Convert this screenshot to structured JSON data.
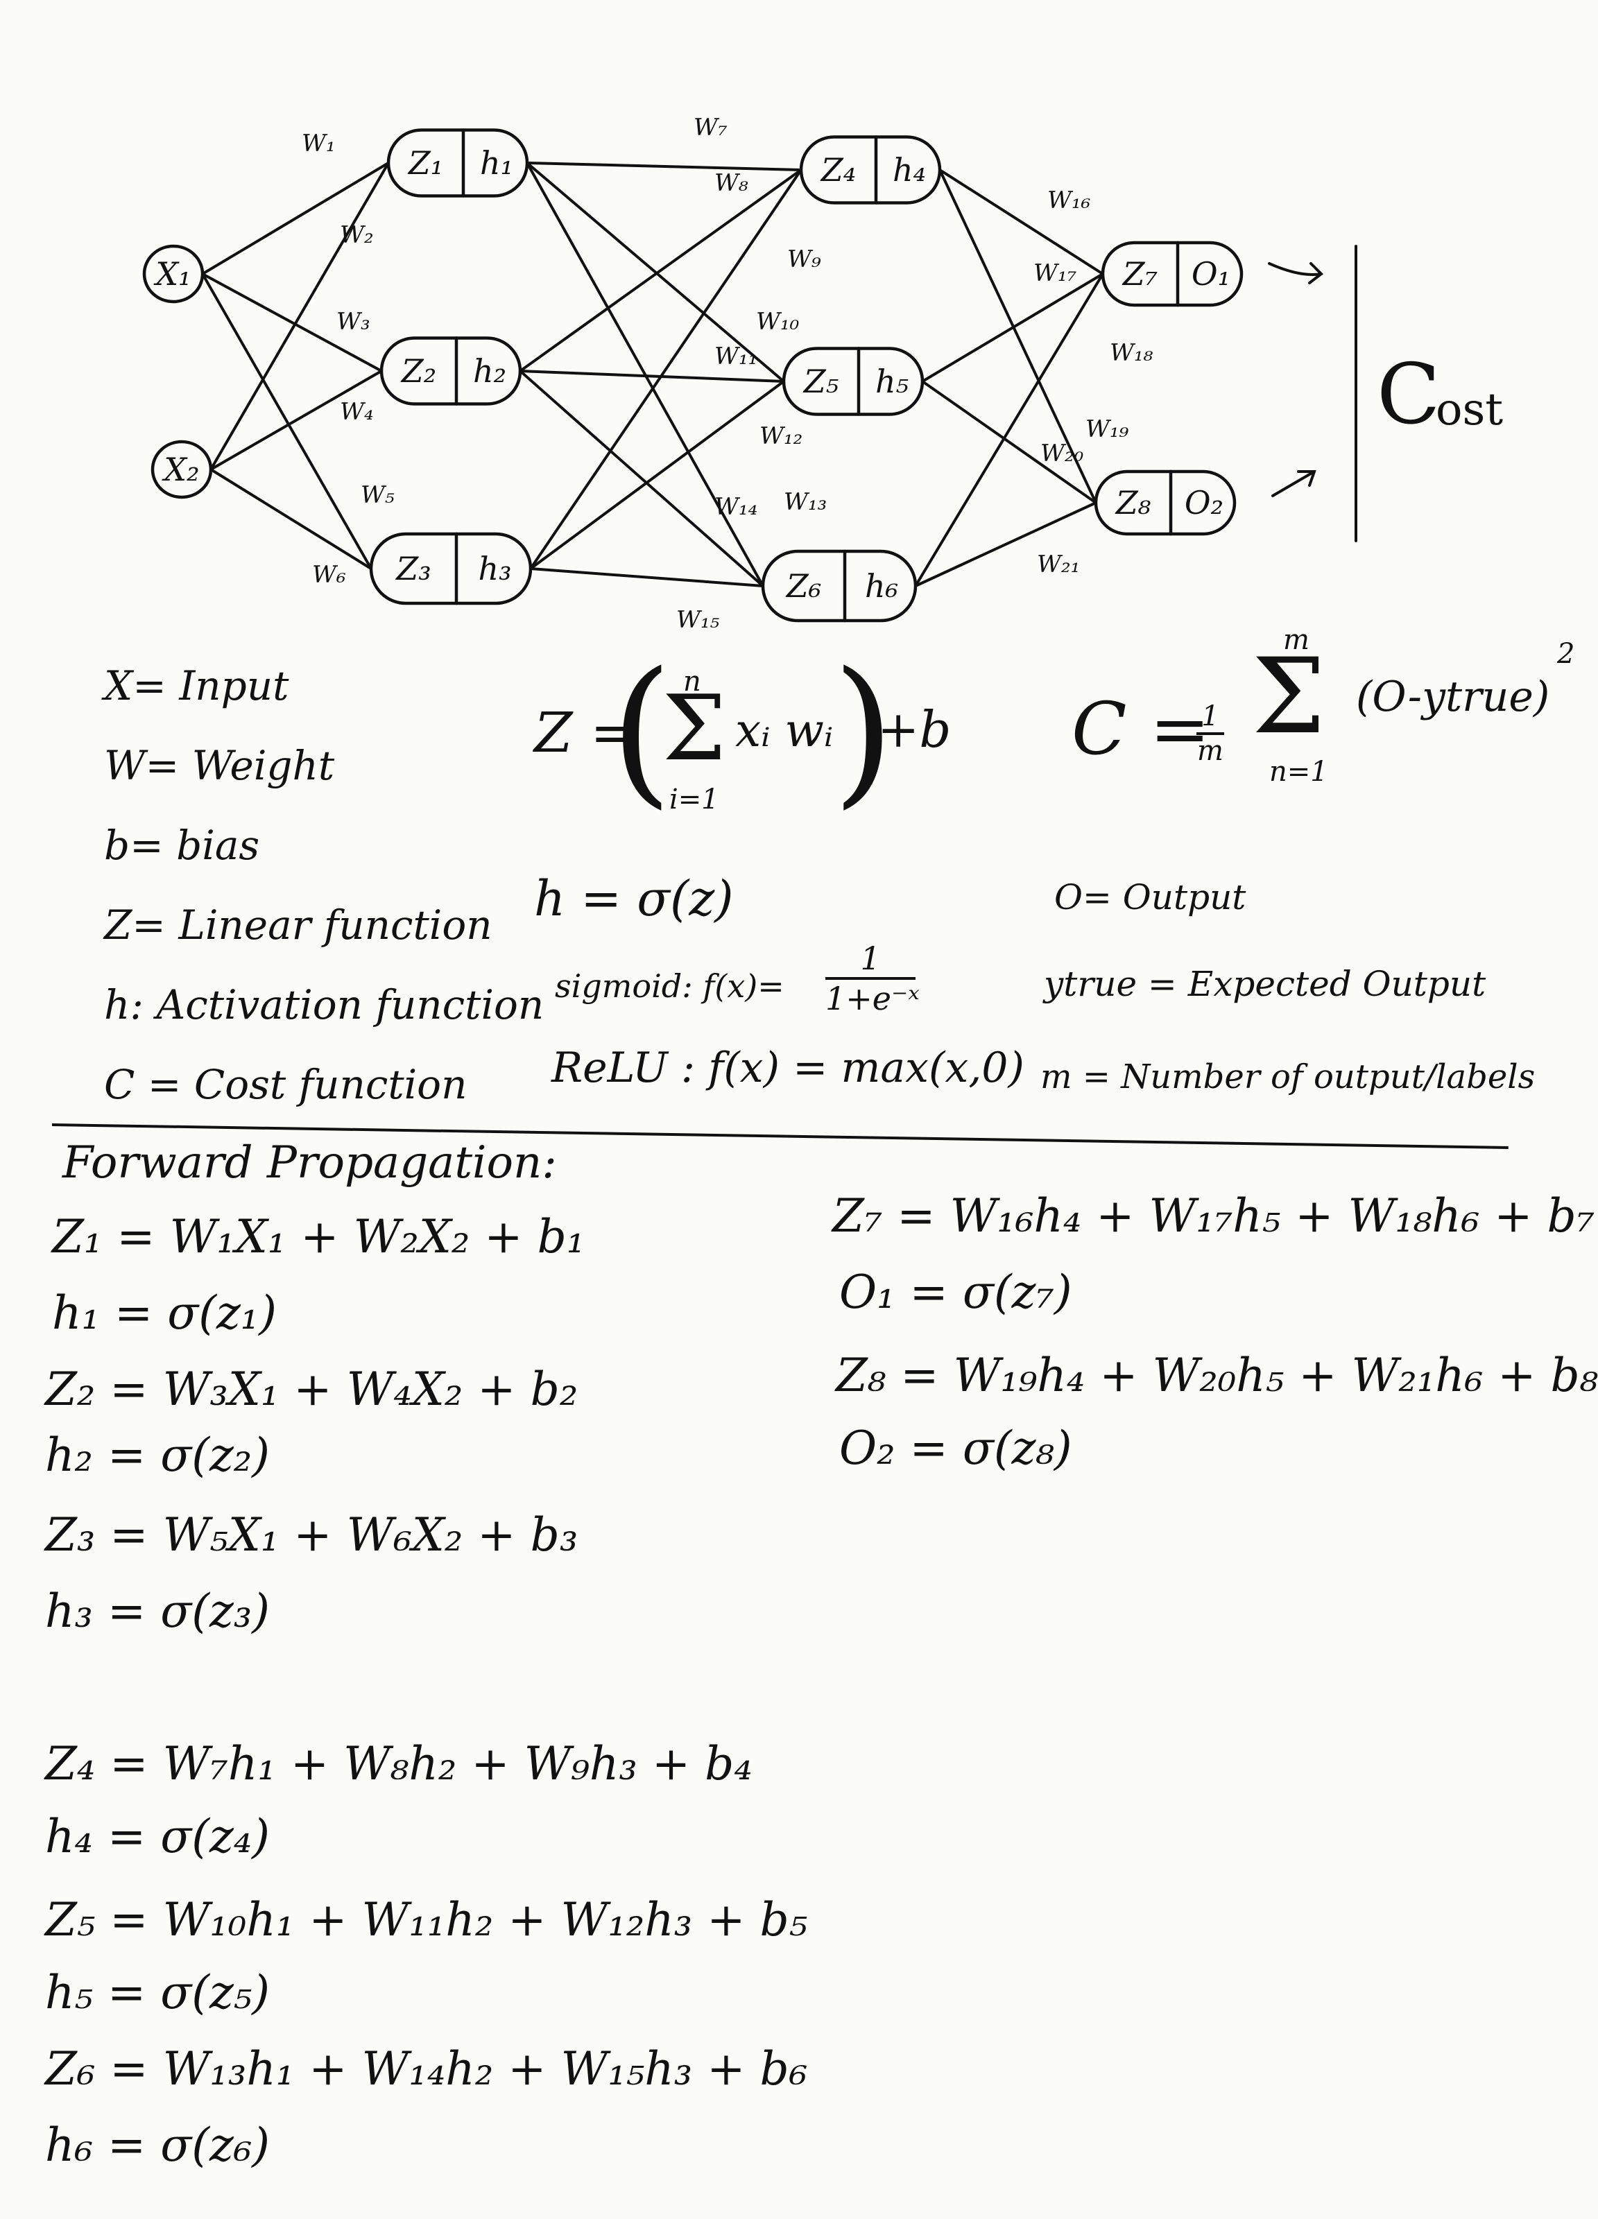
{
  "diagram": {
    "nodes": [
      {
        "id": "x1",
        "z": "X₁",
        "h": ""
      },
      {
        "id": "x2",
        "z": "X₂",
        "h": ""
      },
      {
        "id": "n1",
        "z": "Z₁",
        "h": "h₁"
      },
      {
        "id": "n2",
        "z": "Z₂",
        "h": "h₂"
      },
      {
        "id": "n3",
        "z": "Z₃",
        "h": "h₃"
      },
      {
        "id": "n4",
        "z": "Z₄",
        "h": "h₄"
      },
      {
        "id": "n5",
        "z": "Z₅",
        "h": "h₅"
      },
      {
        "id": "n6",
        "z": "Z₆",
        "h": "h₆"
      },
      {
        "id": "n7",
        "z": "Z₇",
        "h": "O₁"
      },
      {
        "id": "n8",
        "z": "Z₈",
        "h": "O₂"
      }
    ],
    "edges": [
      {
        "from": "x1",
        "to": "n1",
        "label": "W₁"
      },
      {
        "from": "x2",
        "to": "n1",
        "label": "W₂"
      },
      {
        "from": "x1",
        "to": "n2",
        "label": "W₃"
      },
      {
        "from": "x2",
        "to": "n2",
        "label": "W₄"
      },
      {
        "from": "x1",
        "to": "n3",
        "label": "W₅"
      },
      {
        "from": "x2",
        "to": "n3",
        "label": "W₆"
      },
      {
        "from": "n1",
        "to": "n4",
        "label": "W₇"
      },
      {
        "from": "n2",
        "to": "n4",
        "label": "W₈"
      },
      {
        "from": "n3",
        "to": "n4",
        "label": "W₉"
      },
      {
        "from": "n1",
        "to": "n5",
        "label": "W₁₀"
      },
      {
        "from": "n2",
        "to": "n5",
        "label": "W₁₁"
      },
      {
        "from": "n3",
        "to": "n5",
        "label": "W₁₂"
      },
      {
        "from": "n1",
        "to": "n6",
        "label": "W₁₃"
      },
      {
        "from": "n2",
        "to": "n6",
        "label": "W₁₄"
      },
      {
        "from": "n3",
        "to": "n6",
        "label": "W₁₅"
      },
      {
        "from": "n4",
        "to": "n7",
        "label": "W₁₆"
      },
      {
        "from": "n5",
        "to": "n7",
        "label": "W₁₇"
      },
      {
        "from": "n6",
        "to": "n7",
        "label": "W₁₈"
      },
      {
        "from": "n4",
        "to": "n8",
        "label": "W₁₉"
      },
      {
        "from": "n5",
        "to": "n8",
        "label": "W₂₀"
      },
      {
        "from": "n6",
        "to": "n8",
        "label": "W₂₁"
      }
    ],
    "cost_label": "C",
    "cost_label_rest": "ost"
  },
  "legend": [
    "X= Input",
    "W= Weight",
    "b= bias",
    "Z= Linear function",
    "h: Activation function",
    "C = Cost function"
  ],
  "formulas": {
    "z_lhs": "Z =",
    "z_sum_top": "n",
    "z_sum_bottom": "i=1",
    "z_body": "xᵢ wᵢ",
    "z_plus_b": "+b",
    "h": "h = σ(z)",
    "sigmoid_label": "sigmoid: f(x)=",
    "sigmoid_num": "1",
    "sigmoid_den": "1+e⁻ˣ",
    "relu": "ReLU : f(x) = max(x,0)",
    "c_lhs": "C =",
    "c_frac_num": "1",
    "c_frac_den": "m",
    "c_sum_top": "m",
    "c_sum_bottom": "n=1",
    "c_body": "(O-ytrue)",
    "c_power": "2",
    "o_def": "O= Output",
    "ytrue_def": "ytrue = Expected Output",
    "m_def": "m = Number of output/labels"
  },
  "forward": {
    "heading": "Forward Propagation:",
    "left": [
      "Z₁ = W₁X₁ + W₂X₂ + b₁",
      "h₁ = σ(z₁)",
      "Z₂ = W₃X₁ + W₄X₂ + b₂",
      "h₂ = σ(z₂)",
      "Z₃ = W₅X₁ + W₆X₂ + b₃",
      "h₃ = σ(z₃)"
    ],
    "left2": [
      "Z₄ = W₇h₁ + W₈h₂ + W₉h₃ + b₄",
      "h₄ = σ(z₄)",
      "Z₅ = W₁₀h₁ + W₁₁h₂ + W₁₂h₃ + b₅",
      "h₅ = σ(z₅)",
      "Z₆ = W₁₃h₁ + W₁₄h₂ + W₁₅h₃ + b₆",
      "h₆ = σ(z₆)"
    ],
    "right": [
      "Z₇ = W₁₆h₄ + W₁₇h₅ + W₁₈h₆ + b₇",
      "O₁ = σ(z₇)",
      "Z₈ = W₁₉h₄ + W₂₀h₅ + W₂₁h₆ + b₈",
      "O₂ = σ(z₈)"
    ]
  }
}
